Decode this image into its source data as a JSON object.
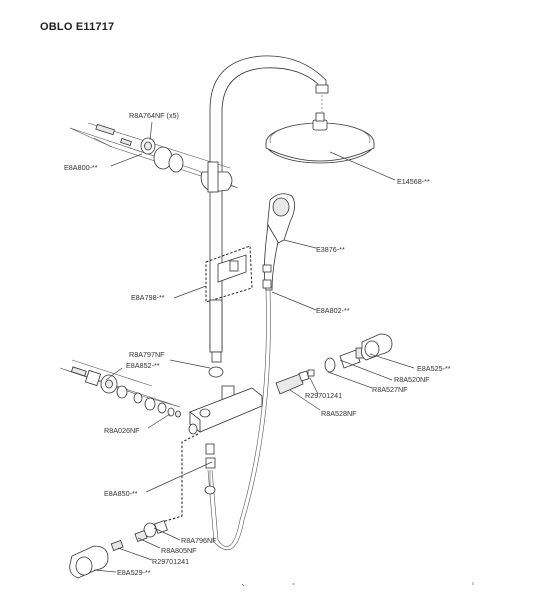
{
  "title": "OBLO E11717",
  "labels": {
    "r8a764nf": "R8A764NF (x5)",
    "e8a800": "E8A800-**",
    "e14568": "E14568-**",
    "e3876": "E3876-**",
    "e8a798": "E8A798-**",
    "e8a802": "E8A802-**",
    "r8a797nf": "R8A797NF",
    "e8a852": "E8A852-**",
    "e8a525": "E8A525-**",
    "r8a520nf": "R8A520NF",
    "r8a527nf": "R8A527NF",
    "r29701241_top": "R29701241",
    "r8a528nf": "R8A528NF",
    "r8a026nf": "R8A026NF",
    "e8a850": "E8A850-**",
    "r8a796nf": "R8A796NF",
    "r8a805nf": "R8A805NF",
    "r29701241_bottom": "R29701241",
    "e8a529": "E8A529-**"
  }
}
